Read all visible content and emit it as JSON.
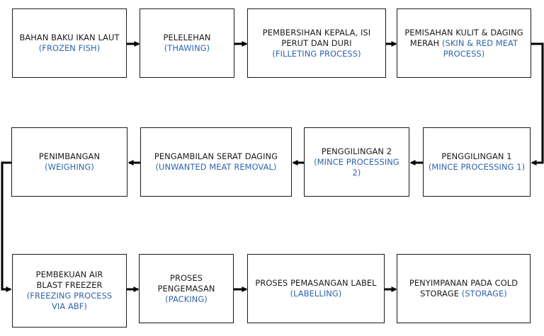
{
  "steps": [
    {
      "id_text": "BAHAN BAKU IKAN LAUT",
      "en": "(FROZEN FISH)"
    },
    {
      "id_text": "PELELEHAN",
      "en": "(THAWING)"
    },
    {
      "id_text": "PEMBERSIHAN KEPALA, ISI PERUT DAN DURI",
      "en": "(FILLETING PROCESS)"
    },
    {
      "id_text": "PEMISAHAN KULIT & DAGING MERAH",
      "en": "(SKIN & RED MEAT PROCESS)"
    },
    {
      "id_text": "PENGGILINGAN 1",
      "en": "(MINCE PROCESSING 1)"
    },
    {
      "id_text": "PENGGILINGAN 2",
      "en": "(MINCE PROCESSING 2)"
    },
    {
      "id_text": "PENGAMBILAN SERAT DAGING",
      "en": "(UNWANTED MEAT REMOVAL)"
    },
    {
      "id_text": "PENIMBANGAN",
      "en": "(WEIGHING)"
    },
    {
      "id_text": "PEMBEKUAN AIR BLAST FREEZER",
      "en": "(FREEZING PROCESS VIA ABF)"
    },
    {
      "id_text": "PROSES PENGEMASAN",
      "en": "(PACKING)"
    },
    {
      "id_text": "PROSES PEMASANGAN LABEL",
      "en": "(LABELLING)"
    },
    {
      "id_text": "PENYIMPANAN PADA COLD STORAGE",
      "en": "(STORAGE)"
    }
  ],
  "colors": {
    "label_en": "#2f64ad",
    "text": "#1a1a1a",
    "line": "#000000"
  }
}
